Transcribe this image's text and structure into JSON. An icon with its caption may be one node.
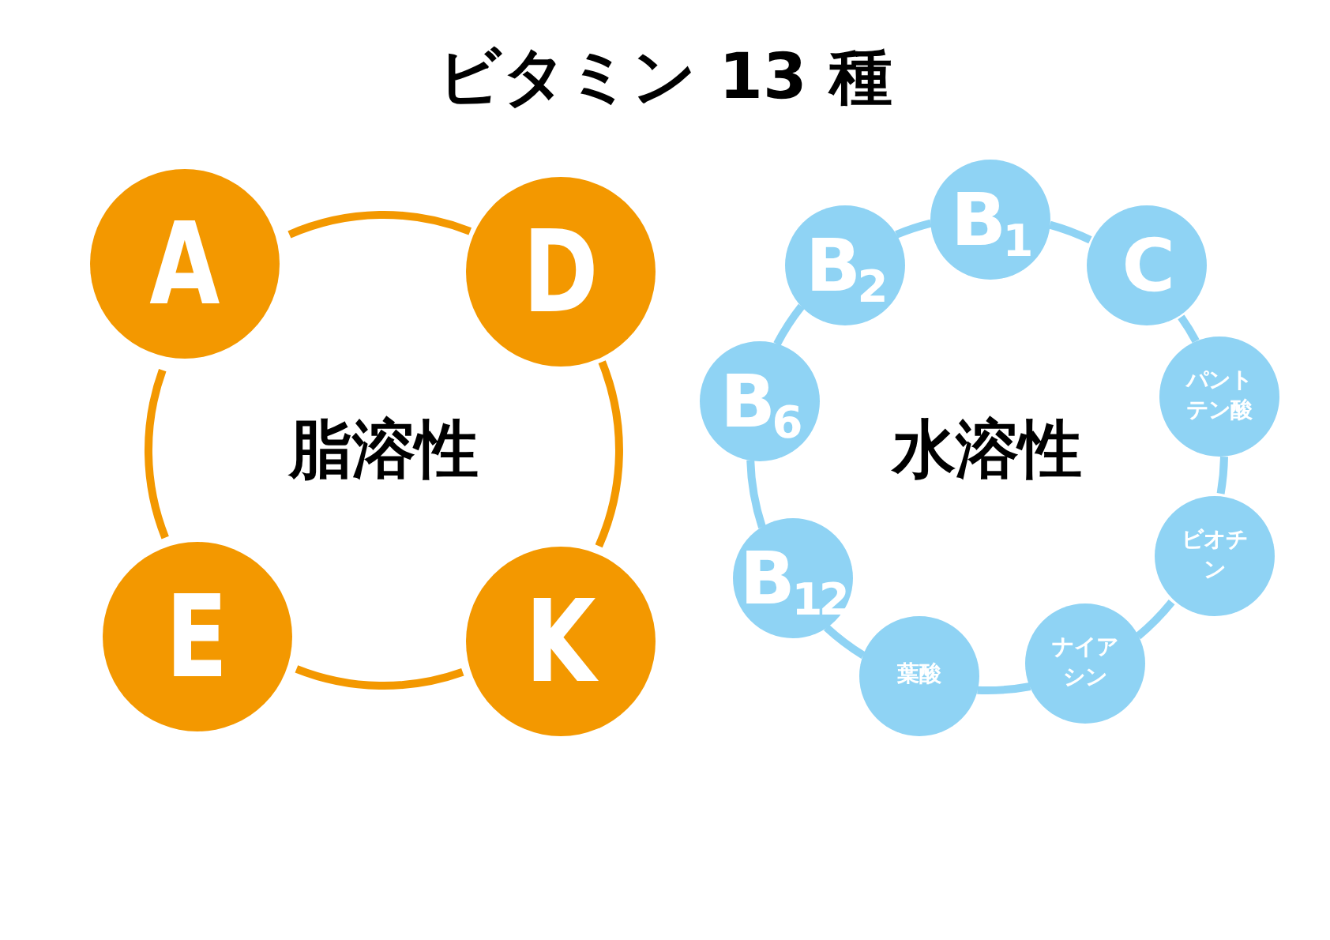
{
  "diagram": {
    "title": "ビタミン 13 種",
    "nodes": [
      {
        "text": [
          "A"
        ]
      },
      {
        "text": [
          "D"
        ]
      },
      {
        "text": [
          "E"
        ]
      },
      {
        "text": [
          "K"
        ]
      },
      {
        "text": [
          "B$_{1}$"
        ]
      },
      {
        "text": [
          "B$_{2}$"
        ]
      },
      {
        "text": [
          "C"
        ]
      },
      {
        "text": [
          "B$_{6}$"
        ]
      },
      {
        "text": [
          "パントテン酸"
        ]
      },
      {
        "text": [
          "ビオチン"
        ]
      },
      {
        "text": [
          "B$_{12}$"
        ]
      },
      {
        "text": [
          "ナイアシン"
        ]
      },
      {
        "text": [
          "葉酸"
        ]
      }
    ],
    "edges": [
      {
        "from": 0,
        "to": 1,
        "arrow": "none",
        "color": "#f39800"
      },
      {
        "from": 1,
        "to": 3,
        "arrow": "none",
        "color": "#f39800"
      },
      {
        "from": 3,
        "to": 2,
        "arrow": "none",
        "color": "#f39800"
      },
      {
        "from": 2,
        "to": 0,
        "arrow": "none",
        "color": "#f39800"
      },
      {
        "from": 4,
        "to": 6,
        "arrow": "none"
      },
      {
        "from": 6,
        "to": 8,
        "arrow": "none"
      },
      {
        "from": 8,
        "to": 9,
        "arrow": "none"
      },
      {
        "from": 9,
        "to": 11,
        "arrow": "none"
      },
      {
        "from": 11,
        "to": 12,
        "arrow": "none"
      },
      {
        "from": 12,
        "to": 10,
        "arrow": "none"
      },
      {
        "from": 10,
        "to": 7,
        "arrow": "none"
      },
      {
        "from": 7,
        "to": 5,
        "arrow": "none"
      },
      {
        "from": 5,
        "to": 4,
        "arrow": "none"
      }
    ],
    "labels": [
      "脂溶性",
      "水溶性"
    ]
  }
}
